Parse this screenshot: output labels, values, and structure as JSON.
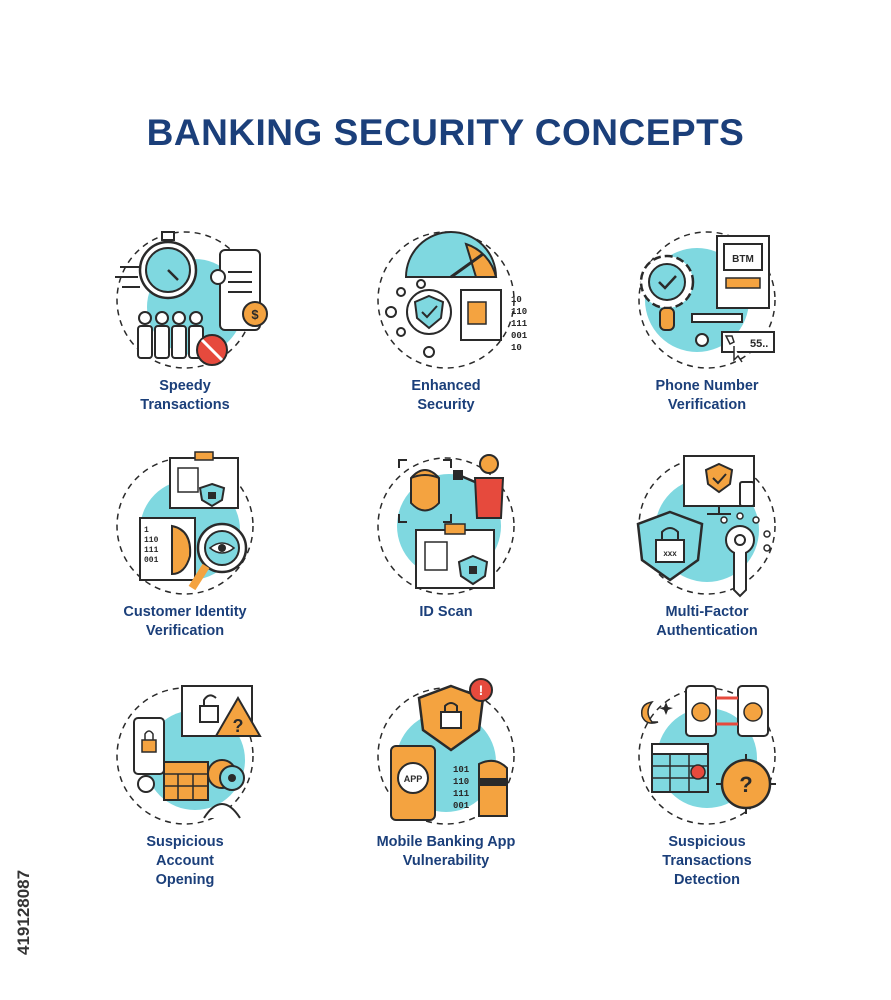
{
  "title": "BANKING SECURITY CONCEPTS",
  "stock_id": "419128087",
  "colors": {
    "title": "#1b3f7a",
    "teal": "#7fd8e0",
    "orange": "#f4a340",
    "red": "#e64a3d",
    "outline": "#2a2a2a"
  },
  "items": [
    {
      "icon": "speedy-transactions-icon",
      "label": "Speedy\nTransactions"
    },
    {
      "icon": "enhanced-security-icon",
      "label": "Enhanced\nSecurity"
    },
    {
      "icon": "phone-number-verification-icon",
      "label": "Phone Number\nVerification",
      "btm_text": "BTM",
      "phone_text": "55.."
    },
    {
      "icon": "customer-identity-verification-icon",
      "label": "Customer Identity\nVerification"
    },
    {
      "icon": "id-scan-icon",
      "label": "ID Scan"
    },
    {
      "icon": "multi-factor-authentication-icon",
      "label": "Multi-Factor\nAuthentication",
      "code_text": "xxx"
    },
    {
      "icon": "suspicious-account-opening-icon",
      "label": "Suspicious\nAccount\nOpening"
    },
    {
      "icon": "mobile-banking-app-vulnerability-icon",
      "label": "Mobile Banking App\nVulnerability",
      "app_text": "APP"
    },
    {
      "icon": "suspicious-transactions-detection-icon",
      "label": "Suspicious\nTransactions\nDetection"
    }
  ]
}
